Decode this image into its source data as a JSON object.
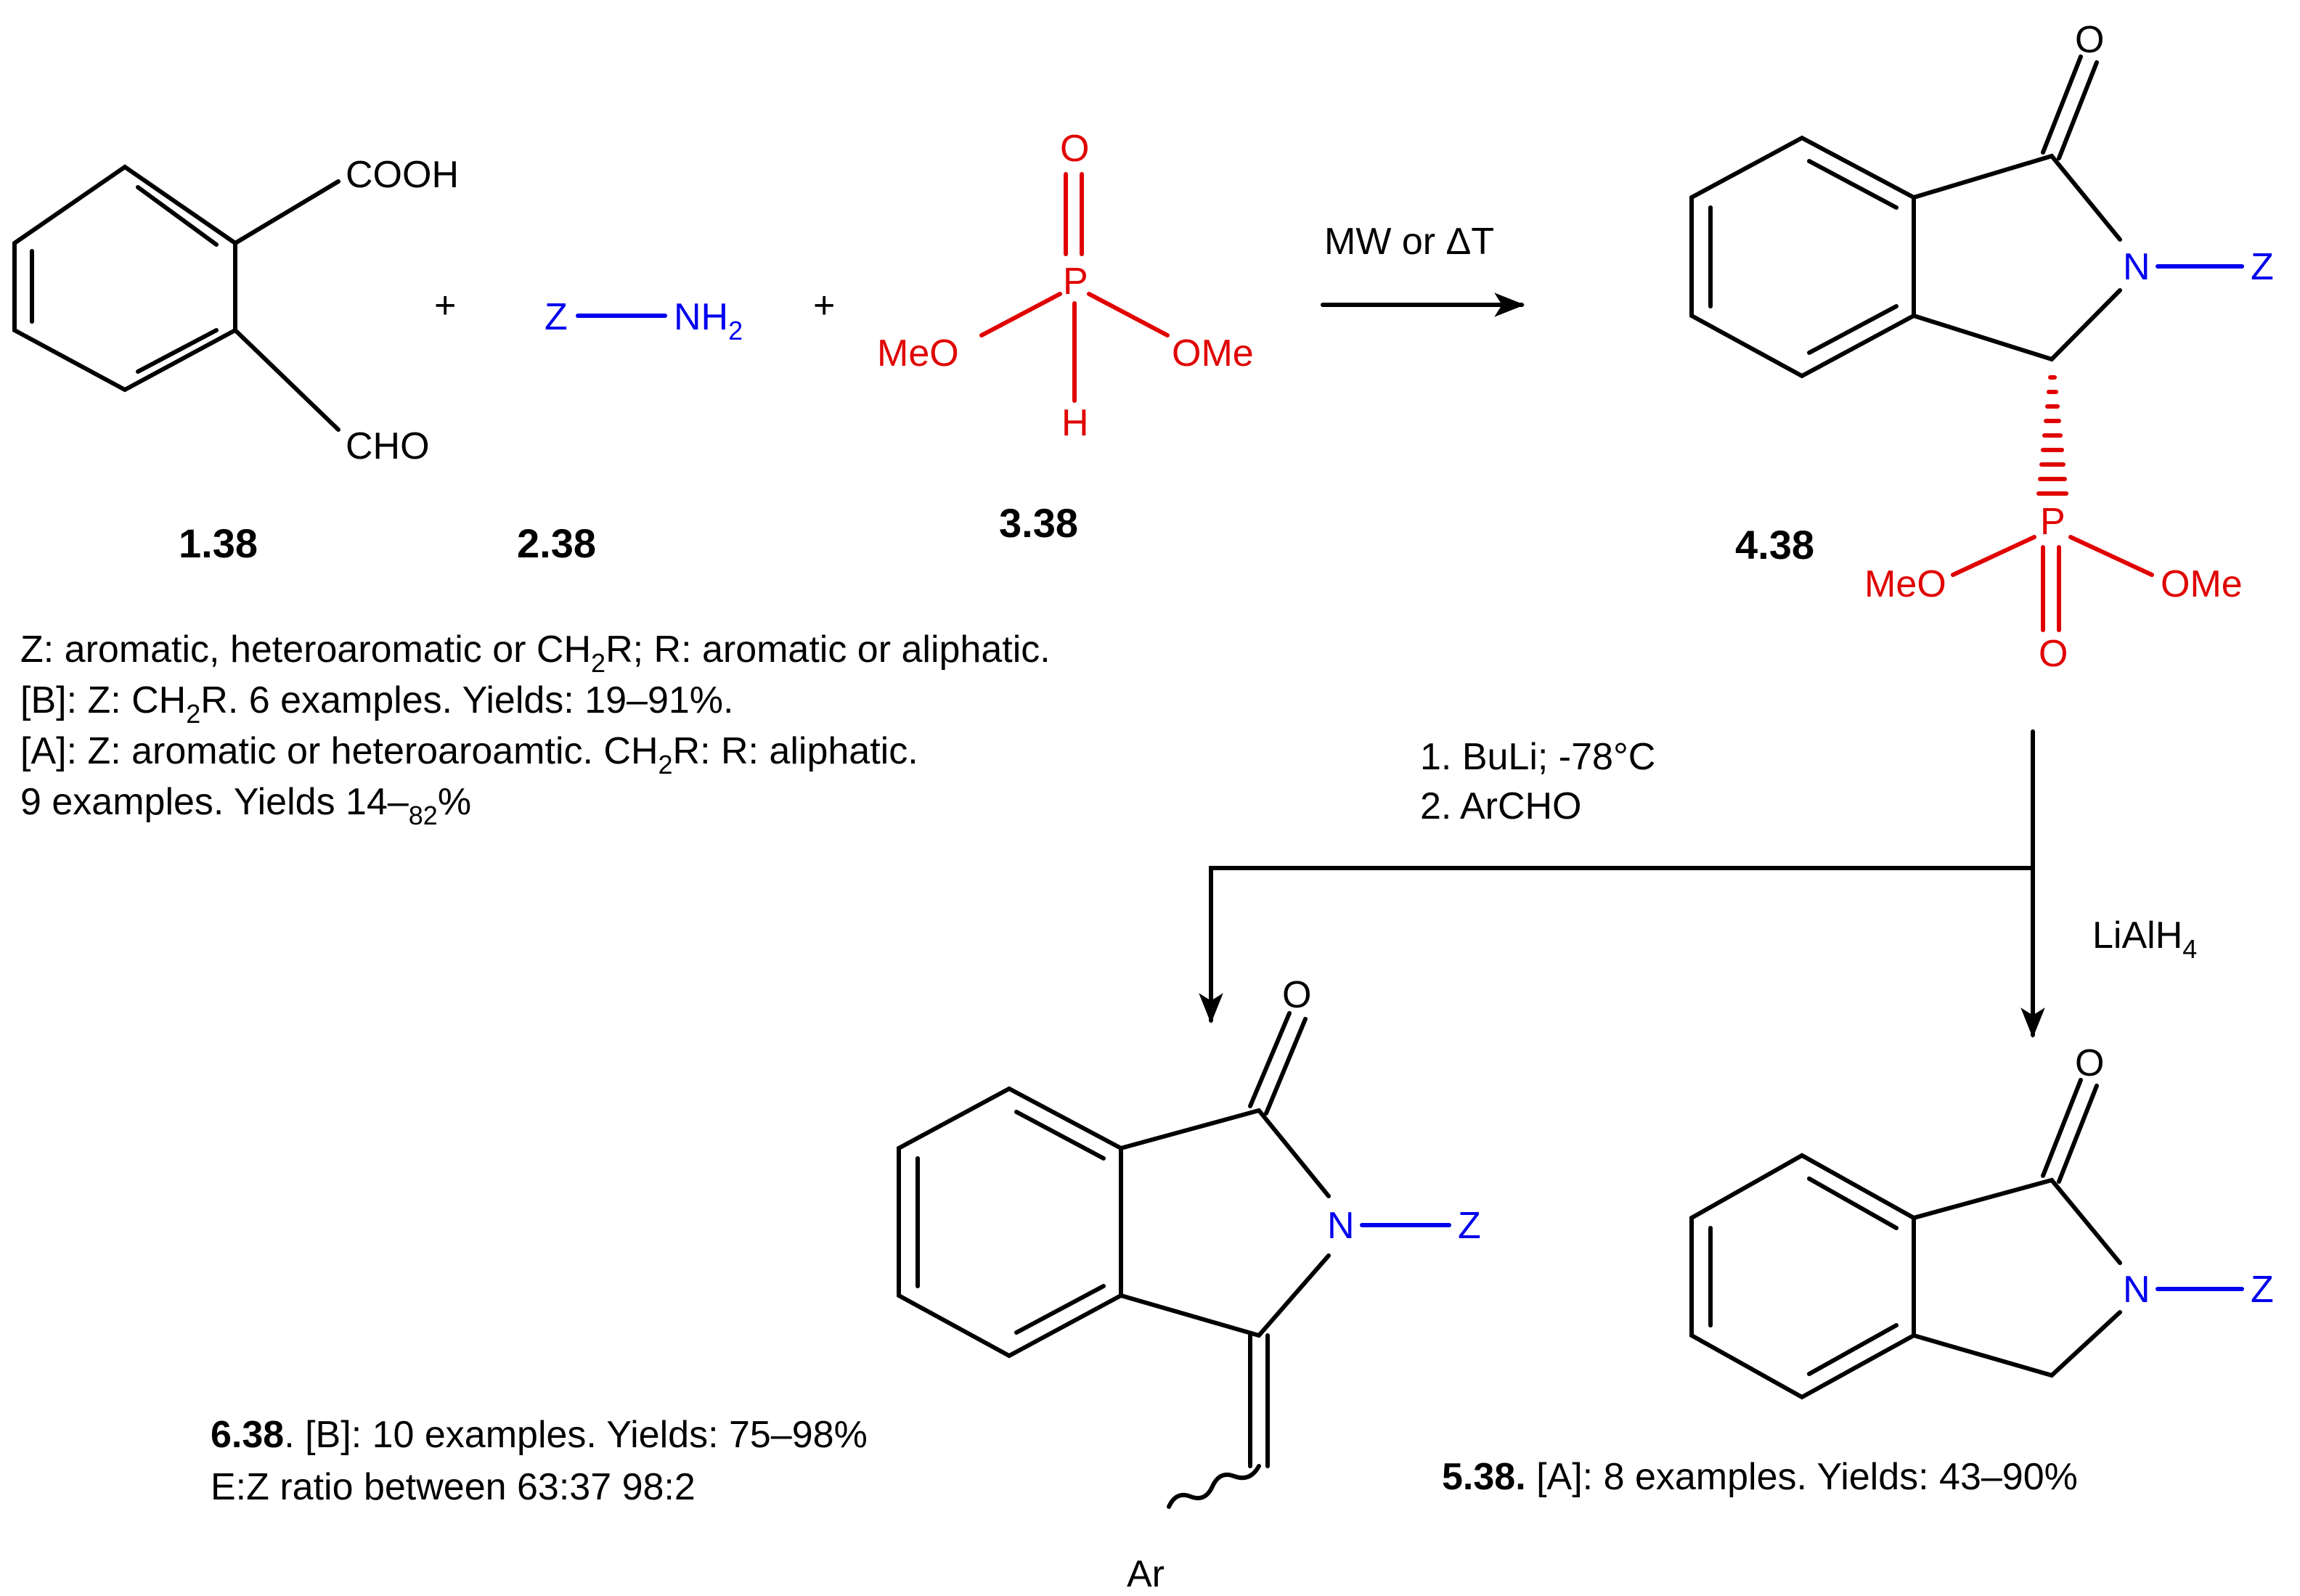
{
  "colors": {
    "bond": "#000000",
    "phosphonate": "#e00000",
    "substituent": "#0000ee"
  },
  "atoms": {
    "COOH": "COOH",
    "CHO": "CHO",
    "Z": "Z",
    "NH": "NH",
    "sub2": "2",
    "O": "O",
    "P": "P",
    "H": "H",
    "N": "N",
    "MeO": "MeO",
    "OMe": "OMe",
    "Ar": "Ar",
    "plus": "+"
  },
  "compounds": {
    "c1": "1.38",
    "c2": "2.38",
    "c3": "3.38",
    "c4": "4.38",
    "c6": "6.38",
    "c5": "5.38."
  },
  "conditions": {
    "step1": "MW or ΔT",
    "step2_line1": "1. BuLi; -78°C",
    "step2_line2": "2. ArCHO",
    "step3": "LiAlH",
    "step3_sub": "4"
  },
  "notes": {
    "line1_a": "Z: aromatic, heteroaromatic or CH",
    "line1_sub": "2",
    "line1_b": "R; R: aromatic or aliphatic.",
    "line2_a": "[B]: Z: CH",
    "line2_sub": "2",
    "line2_b": "R. 6 examples. Yields: 19–91%.",
    "line3_a": "[A]: Z: aromatic or heteroaroamtic. CH",
    "line3_sub": "2",
    "line3_b": "R: R: aliphatic.",
    "line4_a": "9 examples. Yields 14–",
    "line4_sub": "82",
    "line4_b": "%"
  },
  "results": {
    "r6_line1": ". [B]: 10 examples. Yields: 75–98%",
    "r6_line2": "E:Z ratio between 63:37 98:2",
    "r5_line1": " [A]: 8 examples. Yields: 43–90%"
  }
}
